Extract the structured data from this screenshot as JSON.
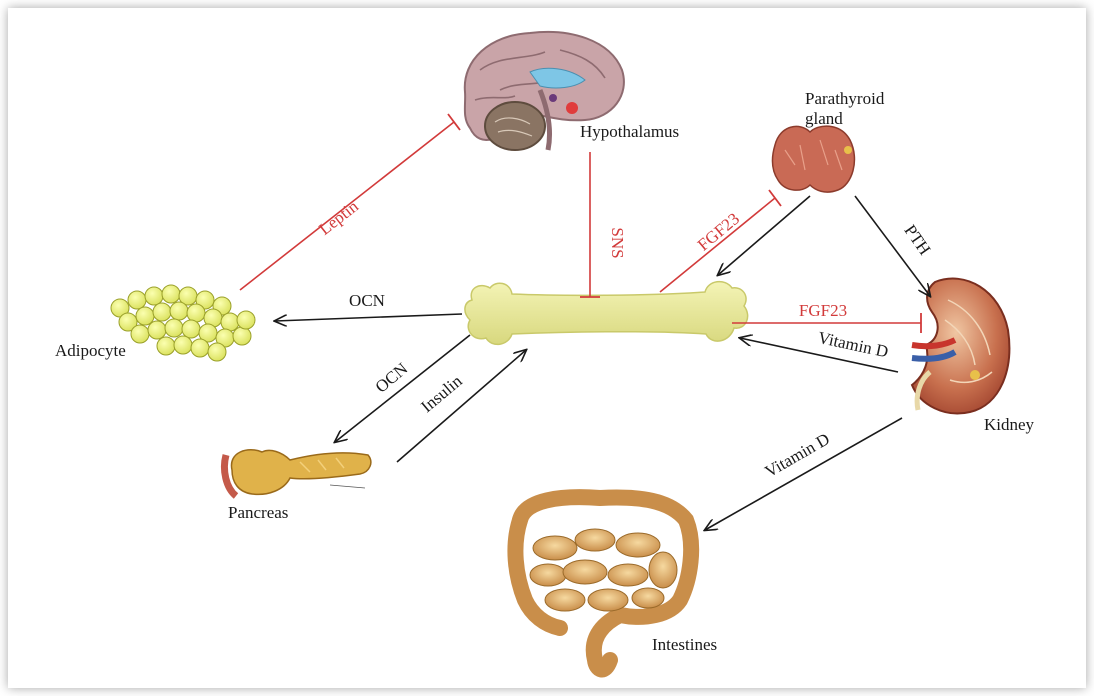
{
  "organs": {
    "hypothalamus": "Hypothalamus",
    "parathyroid_line1": "Parathyroid",
    "parathyroid_line2": "gland",
    "adipocyte": "Adipocyte",
    "kidney": "Kidney",
    "pancreas": "Pancreas",
    "intestines": "Intestines"
  },
  "signals": {
    "leptin": "Leptin",
    "sns": "SNS",
    "fgf23_parathyroid": "FGF23",
    "pth": "PTH",
    "ocn_adipocyte": "OCN",
    "fgf23_kidney": "FGF23",
    "vitamin_d_bone": "Vitamin D",
    "ocn_pancreas": "OCN",
    "insulin": "Insulin",
    "vitamin_d_intestines": "Vitamin D"
  },
  "colors": {
    "inhibit": "#d23a3a",
    "stimulate": "#1a1a1a",
    "bone": "#eaea96"
  }
}
